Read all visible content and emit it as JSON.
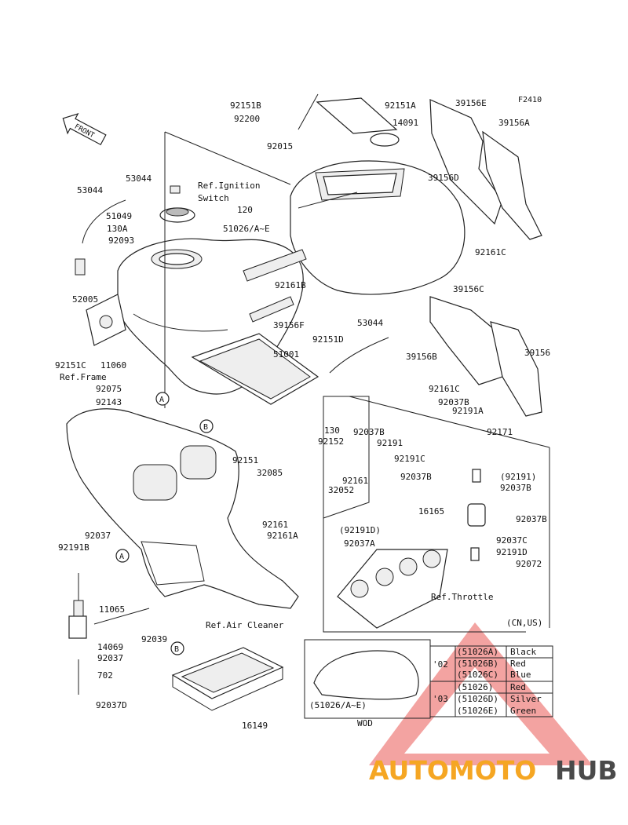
{
  "figure_code": "F2410",
  "front_label": "FRONT",
  "callouts": [
    {
      "id": "p92151B",
      "text": "92151B"
    },
    {
      "id": "p92200",
      "text": "92200"
    },
    {
      "id": "p92015",
      "text": "92015"
    },
    {
      "id": "p92151A",
      "text": "92151A"
    },
    {
      "id": "p14091",
      "text": "14091"
    },
    {
      "id": "p39156E",
      "text": "39156E"
    },
    {
      "id": "p39156A",
      "text": "39156A"
    },
    {
      "id": "p53044a",
      "text": "53044"
    },
    {
      "id": "p53044b",
      "text": "53044"
    },
    {
      "id": "pRefIgn1",
      "text": "Ref.Ignition"
    },
    {
      "id": "pRefIgn2",
      "text": "Switch"
    },
    {
      "id": "p39156D",
      "text": "39156D"
    },
    {
      "id": "p51049",
      "text": "51049"
    },
    {
      "id": "p120",
      "text": "120"
    },
    {
      "id": "p130A",
      "text": "130A"
    },
    {
      "id": "p51026AE",
      "text": "51026/A~E"
    },
    {
      "id": "p92093",
      "text": "92093"
    },
    {
      "id": "p92161C",
      "text": "92161C"
    },
    {
      "id": "p92161B",
      "text": "92161B"
    },
    {
      "id": "p52005",
      "text": "52005"
    },
    {
      "id": "p39156C",
      "text": "39156C"
    },
    {
      "id": "p39156F",
      "text": "39156F"
    },
    {
      "id": "p53044c",
      "text": "53044"
    },
    {
      "id": "p92151D",
      "text": "92151D"
    },
    {
      "id": "p51001",
      "text": "51001"
    },
    {
      "id": "p39156B",
      "text": "39156B"
    },
    {
      "id": "p39156",
      "text": "39156"
    },
    {
      "id": "p92151C",
      "text": "92151C"
    },
    {
      "id": "p11060",
      "text": "11060"
    },
    {
      "id": "pRefFrame",
      "text": "Ref.Frame"
    },
    {
      "id": "p92075",
      "text": "92075"
    },
    {
      "id": "p92143",
      "text": "92143"
    },
    {
      "id": "p92161Cb",
      "text": "92161C"
    },
    {
      "id": "p92037Ba",
      "text": "92037B"
    },
    {
      "id": "p92191A",
      "text": "92191A"
    },
    {
      "id": "p130",
      "text": "130"
    },
    {
      "id": "p92037Bb",
      "text": "92037B"
    },
    {
      "id": "p92171",
      "text": "92171"
    },
    {
      "id": "p92152",
      "text": "92152"
    },
    {
      "id": "p92191",
      "text": "92191"
    },
    {
      "id": "p92191C",
      "text": "92191C"
    },
    {
      "id": "p92151",
      "text": "92151"
    },
    {
      "id": "p32085",
      "text": "32085"
    },
    {
      "id": "p92161a",
      "text": "92161"
    },
    {
      "id": "p92037Bc",
      "text": "92037B"
    },
    {
      "id": "p92191p",
      "text": "(92191)"
    },
    {
      "id": "p32052",
      "text": "32052"
    },
    {
      "id": "p92037Bd",
      "text": "92037B"
    },
    {
      "id": "p16165",
      "text": "16165"
    },
    {
      "id": "p92037Be",
      "text": "92037B"
    },
    {
      "id": "p92161b",
      "text": "92161"
    },
    {
      "id": "p92191D",
      "text": "(92191D)"
    },
    {
      "id": "p92161A",
      "text": "92161A"
    },
    {
      "id": "p92037C",
      "text": "92037C"
    },
    {
      "id": "p92037A",
      "text": "92037A"
    },
    {
      "id": "p92191Db",
      "text": "92191D"
    },
    {
      "id": "p92037",
      "text": "92037"
    },
    {
      "id": "p92191B",
      "text": "92191B"
    },
    {
      "id": "p92072",
      "text": "92072"
    },
    {
      "id": "pRefThrottle",
      "text": "Ref.Throttle"
    },
    {
      "id": "p11065",
      "text": "11065"
    },
    {
      "id": "pRefAir",
      "text": "Ref.Air Cleaner"
    },
    {
      "id": "pCNUS",
      "text": "(CN,US)"
    },
    {
      "id": "p92039",
      "text": "92039"
    },
    {
      "id": "p14069",
      "text": "14069"
    },
    {
      "id": "p92037b",
      "text": "92037"
    },
    {
      "id": "p702",
      "text": "702"
    },
    {
      "id": "p92037D",
      "text": "92037D"
    },
    {
      "id": "p16149",
      "text": "16149"
    },
    {
      "id": "pInsetPart",
      "text": "(51026/A~E)"
    },
    {
      "id": "pWOD",
      "text": "WOD"
    }
  ],
  "markers": [
    "A",
    "B",
    "A",
    "B"
  ],
  "color_table": {
    "rows": [
      {
        "year": "'02",
        "part": "(51026A)",
        "color": "Black"
      },
      {
        "year": "",
        "part": "(51026B)",
        "color": "Red"
      },
      {
        "year": "",
        "part": "(51026C)",
        "color": "Blue"
      },
      {
        "year": "'03",
        "part": "(51026)",
        "color": "Red"
      },
      {
        "year": "",
        "part": "(51026D)",
        "color": "Silver"
      },
      {
        "year": "",
        "part": "(51026E)",
        "color": "Green"
      }
    ]
  },
  "watermark": {
    "left": "AUTOMOTO",
    "right": "HUB",
    "color_left": "#f5a623",
    "color_right": "#4a4a4a",
    "triangle_color": "#e53935"
  }
}
